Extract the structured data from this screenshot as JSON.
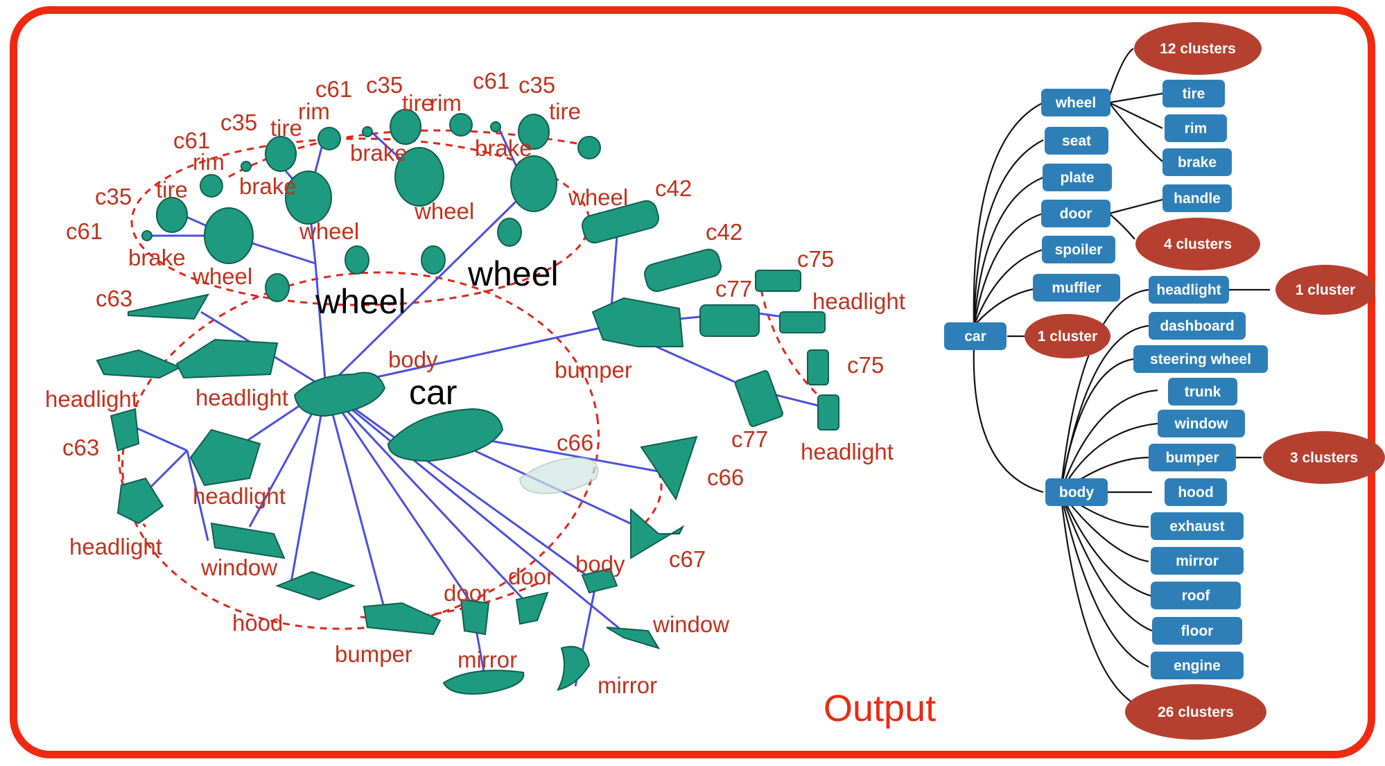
{
  "left_diagram": {
    "big_labels": [
      "wheel",
      "wheel",
      "car"
    ],
    "part_labels": [
      "c61",
      "c35",
      "rim",
      "tire",
      "c61",
      "c35",
      "tire",
      "rim",
      "c61",
      "c35",
      "tire",
      "rim",
      "c35",
      "tire",
      "brake",
      "brake",
      "brake",
      "c61",
      "brake",
      "wheel",
      "wheel",
      "wheel",
      "wheel",
      "c42",
      "c42",
      "c75",
      "c77",
      "headlight",
      "c75",
      "c63",
      "headlight",
      "headlight",
      "body",
      "bumper",
      "c77",
      "headlight",
      "c63",
      "headlight",
      "headlight",
      "c66",
      "c66",
      "c67",
      "window",
      "body",
      "door",
      "door",
      "hood",
      "bumper",
      "mirror",
      "mirror",
      "window"
    ]
  },
  "tree": {
    "root": "car",
    "root_cluster": "1 cluster",
    "car_children": [
      "wheel",
      "seat",
      "plate",
      "door",
      "spoiler",
      "muffler",
      "body"
    ],
    "wheel_children": [
      "tire",
      "rim",
      "brake"
    ],
    "wheel_cluster": "12 clusters",
    "door_children": [
      "handle"
    ],
    "door_cluster": "4 clusters",
    "body_children": [
      "headlight",
      "dashboard",
      "steering wheel",
      "trunk",
      "window",
      "bumper",
      "hood",
      "exhaust",
      "mirror",
      "roof",
      "floor",
      "engine"
    ],
    "headlight_cluster": "1 cluster",
    "bumper_cluster": "3 clusters",
    "body_cluster": "26 clusters"
  },
  "output_label": "Output",
  "colors": {
    "frame": "#ef2a10",
    "node": "#2e7fb8",
    "cluster": "#b5402f",
    "edge": "#4a4fe0",
    "ring": "#e0261a"
  }
}
